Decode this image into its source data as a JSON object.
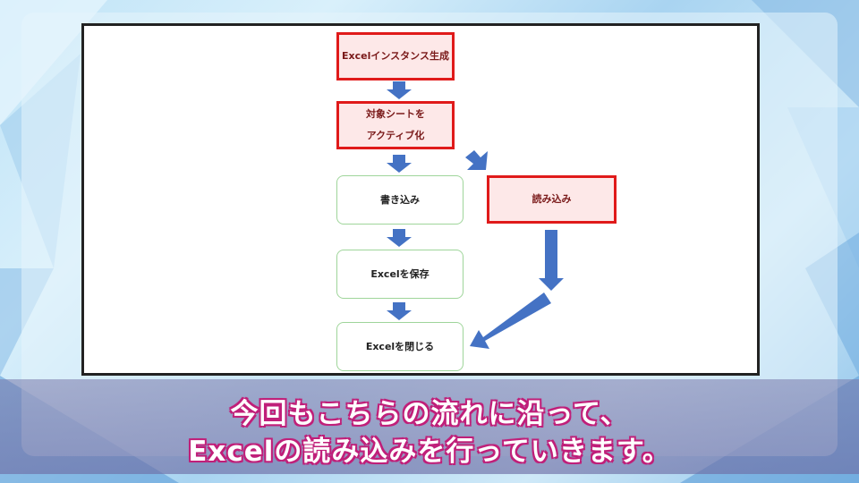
{
  "flowchart": {
    "nodes": {
      "create_instance": "Excelインスタンス生成",
      "activate_sheet_line1": "対象シートを",
      "activate_sheet_line2": "アクティブ化",
      "write": "書き込み",
      "read": "読み込み",
      "save": "Excelを保存",
      "close": "Excelを閉じる"
    },
    "colors": {
      "highlight_border": "#e01a1a",
      "highlight_fill": "#fde8e8",
      "normal_border": "#9fd59a",
      "arrow": "#4472c4"
    }
  },
  "subtitle": {
    "line1": "今回もこちらの流れに沿って、",
    "line2": "Excelの読み込みを行っていきます。"
  }
}
